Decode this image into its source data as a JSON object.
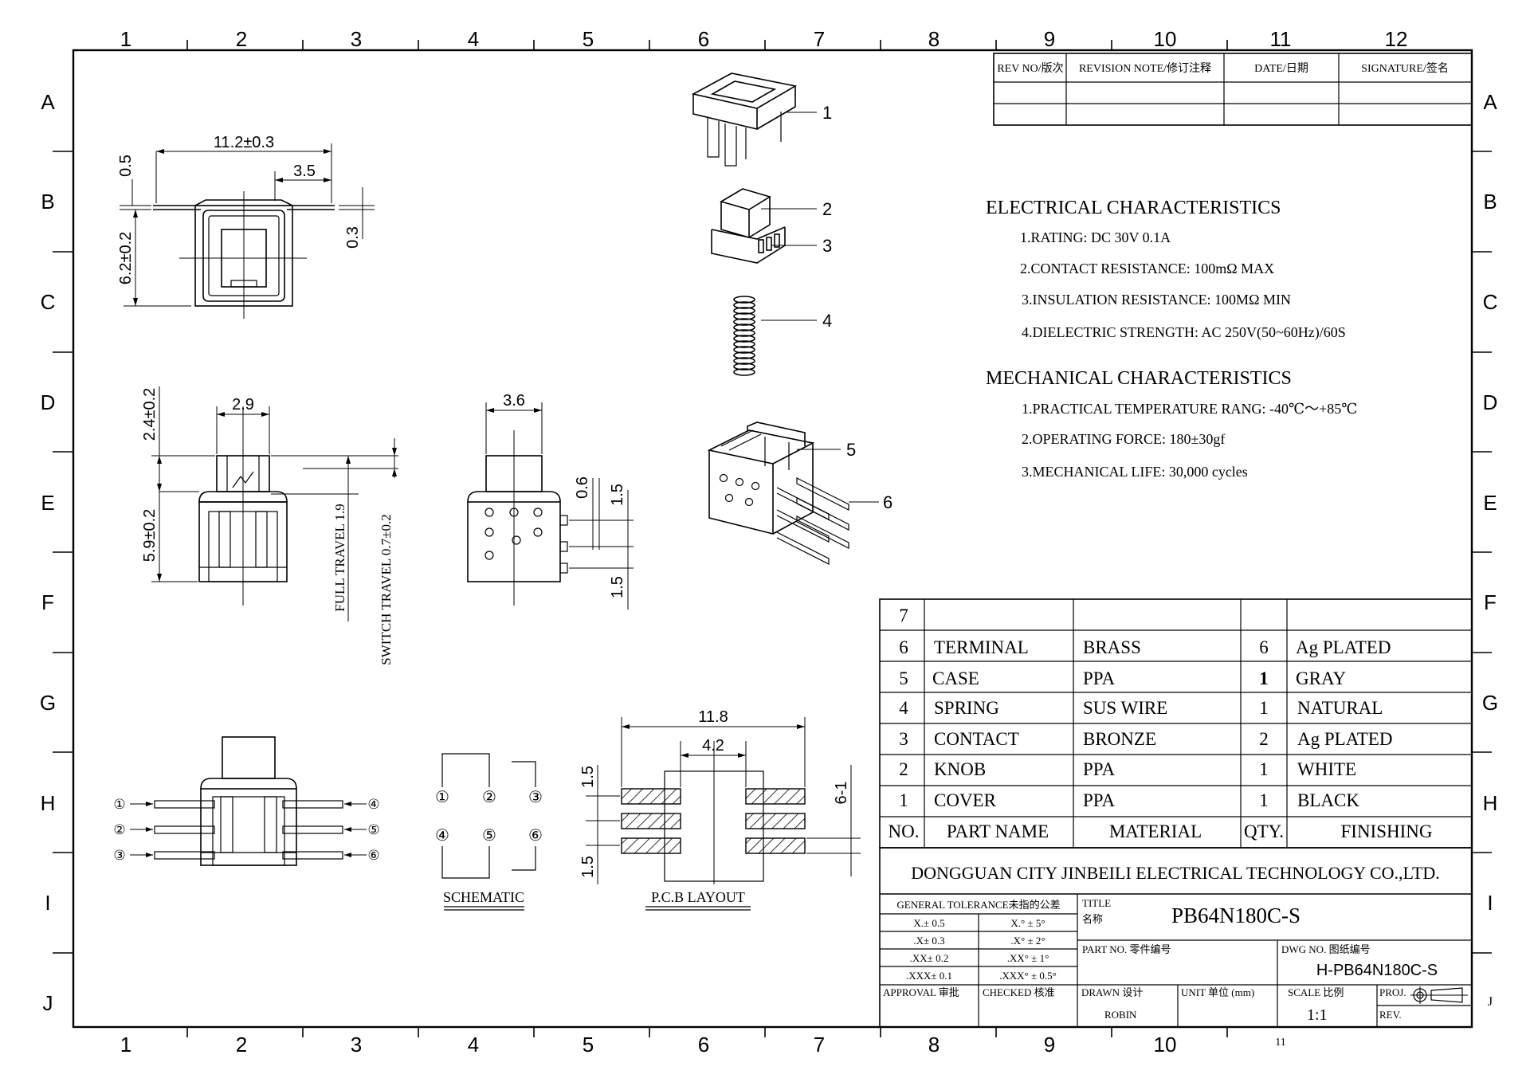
{
  "border": {
    "cols": [
      "1",
      "2",
      "3",
      "4",
      "5",
      "6",
      "7",
      "8",
      "9",
      "10",
      "11",
      "12"
    ],
    "rows": [
      "A",
      "B",
      "C",
      "D",
      "E",
      "F",
      "G",
      "H",
      "I",
      "J"
    ],
    "corner_mark": "J",
    "bottom_extra": "11"
  },
  "revision_table": {
    "headers": [
      "REV NO/版次",
      "REVISION NOTE/修订注释",
      "DATE/日期",
      "SIGNATURE/签名"
    ]
  },
  "electrical": {
    "title": "ELECTRICAL CHARACTERISTICS",
    "items": [
      "1.RATING: DC 30V 0.1A",
      "2.CONTACT RESISTANCE: 100mΩ MAX",
      "3.INSULATION RESISTANCE: 100MΩ MIN",
      "4.DIELECTRIC STRENGTH: AC 250V(50~60Hz)/60S"
    ]
  },
  "mechanical": {
    "title": "MECHANICAL CHARACTERISTICS",
    "items": [
      "1.PRACTICAL TEMPERATURE RANG: -40℃～+85℃",
      "2.OPERATING FORCE: 180±30gf",
      "3.MECHANICAL LIFE: 30,000 cycles"
    ]
  },
  "dimensions": {
    "top_width": "11.2±0.3",
    "top_lead": "3.5",
    "top_lead_thk": "0.5",
    "top_height": "6.2±0.2",
    "top_pin": "0.3",
    "front_knob_w": "2.9",
    "front_knob_h": "2.4±0.2",
    "front_body_h": "5.9±0.2",
    "full_travel": "FULL TRAVEL 1.9",
    "switch_travel": "SWITCH TRAVEL 0.7±0.2",
    "side_knob_w": "3.6",
    "side_pin_w": "0.6",
    "side_pitch_1": "1.5",
    "side_pitch_2": "1.5",
    "pcb_outer": "11.8",
    "pcb_inner": "4.2",
    "pcb_pitch_1": "1.5",
    "pcb_pitch_2": "1.5",
    "pcb_pad": "6-1"
  },
  "pins": [
    "①",
    "②",
    "③",
    "④",
    "⑤",
    "⑥"
  ],
  "labels": {
    "schematic": "SCHEMATIC",
    "pcb": "P.C.B LAYOUT"
  },
  "explode_callouts": [
    "1",
    "2",
    "3",
    "4",
    "5",
    "6"
  ],
  "bom": {
    "headers": [
      "NO.",
      "PART NAME",
      "MATERIAL",
      "QTY.",
      "FINISHING"
    ],
    "rows": [
      {
        "no": "7",
        "name": "",
        "material": "",
        "qty": "",
        "finish": ""
      },
      {
        "no": "6",
        "name": "TERMINAL",
        "material": "BRASS",
        "qty": "6",
        "finish": "Ag PLATED"
      },
      {
        "no": "5",
        "name": "CASE",
        "material": "PPA",
        "qty": "1",
        "finish": "GRAY"
      },
      {
        "no": "4",
        "name": "SPRING",
        "material": "SUS WIRE",
        "qty": "1",
        "finish": "NATURAL"
      },
      {
        "no": "3",
        "name": "CONTACT",
        "material": "BRONZE",
        "qty": "2",
        "finish": "Ag PLATED"
      },
      {
        "no": "2",
        "name": "KNOB",
        "material": "PPA",
        "qty": "1",
        "finish": "WHITE"
      },
      {
        "no": "1",
        "name": "COVER",
        "material": "PPA",
        "qty": "1",
        "finish": "BLACK"
      }
    ]
  },
  "title_block": {
    "company": "DONGGUAN CITY JINBEILI ELECTRICAL TECHNOLOGY CO.,LTD.",
    "tolerance_title": "GENERAL TOLERANCE未指的公差",
    "tolerances": [
      [
        "X.± 0.5",
        "X.° ± 5°"
      ],
      [
        ".X± 0.3",
        ".X° ± 2°"
      ],
      [
        ".XX± 0.2",
        ".XX° ± 1°"
      ],
      [
        ".XXX± 0.1",
        ".XXX° ± 0.5°"
      ]
    ],
    "title_label": "TITLE",
    "title_label_cn": "名称",
    "title_value": "PB64N180C-S",
    "part_no_label": "PART NO. 零件编号",
    "dwg_no_label": "DWG NO. 图纸编号",
    "dwg_no_value": "H-PB64N180C-S",
    "approval": "APPROVAL 审批",
    "checked": "CHECKED 核准",
    "drawn": "DRAWN 设计",
    "drawn_by": "ROBIN",
    "unit": "UNIT 单位 (mm)",
    "scale_label": "SCALE 比例",
    "scale_value": "1:1",
    "proj": "PROJ.",
    "rev": "REV."
  }
}
